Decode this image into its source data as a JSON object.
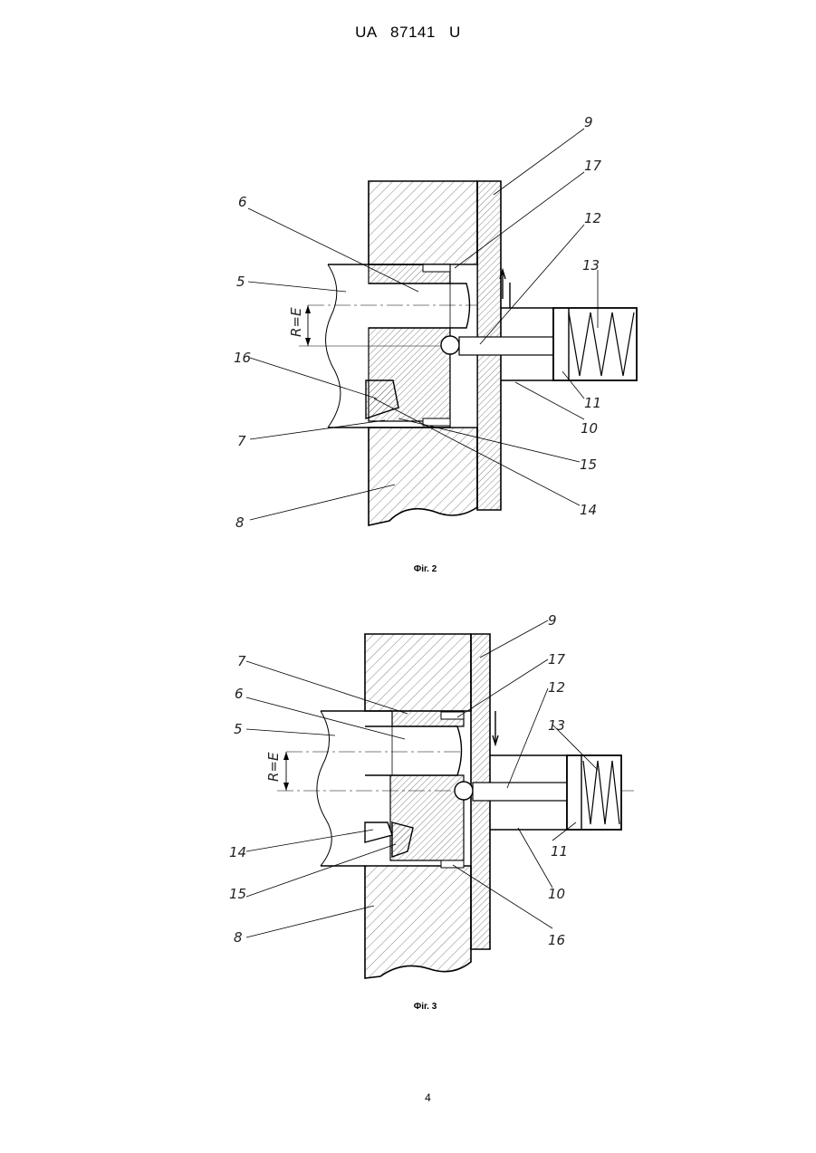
{
  "header": {
    "patent_number": "UA   87141   U"
  },
  "figures": [
    {
      "caption": "Фіг. 2",
      "dimension_label": "R=E",
      "labels": [
        "9",
        "17",
        "12",
        "13",
        "6",
        "5",
        "16",
        "7",
        "8",
        "11",
        "10",
        "15",
        "14"
      ]
    },
    {
      "caption": "Фіг. 3",
      "dimension_label": "R=E",
      "labels": [
        "9",
        "17",
        "12",
        "13",
        "7",
        "6",
        "5",
        "14",
        "15",
        "8",
        "11",
        "10",
        "16"
      ]
    }
  ],
  "footer": {
    "page_number": "4"
  }
}
